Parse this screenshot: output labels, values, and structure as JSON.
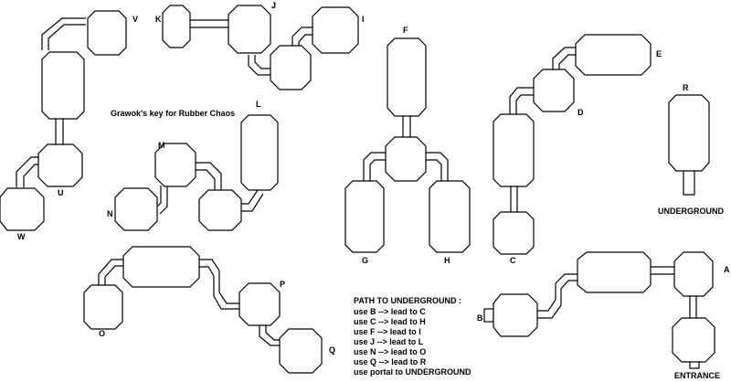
{
  "title": "Grawok's key for Rubber Chaos",
  "rooms": {
    "V": "V",
    "J": "J",
    "K": "K",
    "I": "I",
    "F": "F",
    "E": "E",
    "R": "R",
    "D": "D",
    "L": "L",
    "M": "M",
    "U": "U",
    "N": "N",
    "W": "W",
    "G": "G",
    "H": "H",
    "C": "C",
    "A": "A",
    "P": "P",
    "B": "B",
    "O": "O",
    "Q": "Q"
  },
  "special_labels": {
    "underground": "UNDERGROUND",
    "entrance": "ENTRANCE"
  },
  "path": {
    "heading": "PATH TO UNDERGROUND :",
    "steps": [
      "use B --> lead to C",
      "use C --> lead to H",
      "use F --> lead to I",
      "use J --> lead to L",
      "use N --> lead to O",
      "use Q --> lead to R",
      "use portal to UNDERGROUND"
    ]
  }
}
